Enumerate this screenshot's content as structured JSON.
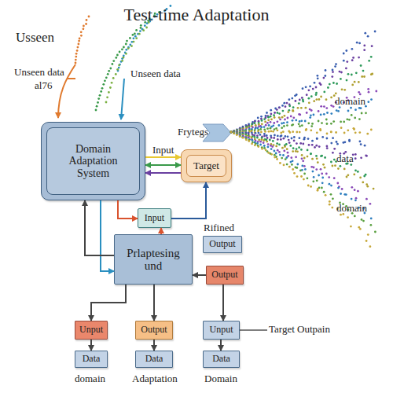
{
  "diagram": {
    "title": "Test-time Adaptation",
    "nodes": [
      {
        "text": [
          "Domain Adaptation System"
        ]
      },
      {
        "text": [
          "Target"
        ]
      },
      {
        "text": [
          "Input"
        ]
      },
      {
        "text": [
          "Prlaptesing und"
        ]
      },
      {
        "text": [
          "Rifined",
          "Output"
        ]
      },
      {
        "text": [
          "Output"
        ]
      },
      {
        "text": [
          "Unput"
        ]
      },
      {
        "text": [
          "Output"
        ]
      },
      {
        "text": [
          "Unput"
        ]
      },
      {
        "text": [
          "Data"
        ]
      },
      {
        "text": [
          "Data"
        ]
      },
      {
        "text": [
          "Data"
        ]
      }
    ],
    "edges": [
      {
        "from": 0,
        "to": 1,
        "label": "Input",
        "arrow": "to"
      },
      {
        "from": 0,
        "to": 1,
        "arrow": "both"
      },
      {
        "from": 1,
        "to": 0,
        "arrow": "to"
      },
      {
        "from": 0,
        "to": 2,
        "arrow": "to"
      },
      {
        "from": 2,
        "to": 1,
        "arrow": "to"
      },
      {
        "from": 3,
        "to": 2,
        "arrow": "to"
      },
      {
        "from": 0,
        "to": 3,
        "arrow": "to"
      },
      {
        "from": 3,
        "to": 0,
        "arrow": "to"
      },
      {
        "from": 5,
        "to": 3,
        "arrow": "to"
      },
      {
        "from": 3,
        "to": 6,
        "arrow": "to"
      },
      {
        "from": 3,
        "to": 7,
        "arrow": "to"
      },
      {
        "from": 5,
        "to": 8,
        "arrow": "to"
      },
      {
        "from": 6,
        "to": 9,
        "arrow": "to"
      },
      {
        "from": 7,
        "to": 10,
        "arrow": "to"
      },
      {
        "from": 8,
        "to": 11,
        "arrow": "to"
      }
    ],
    "labels": [
      "Usseen",
      "Unseen data",
      "al76",
      "Unseen data",
      "Frytegs",
      "domain",
      "data",
      "domain",
      "Target Outpain",
      "domain",
      "Adaptation",
      "Domain"
    ]
  }
}
